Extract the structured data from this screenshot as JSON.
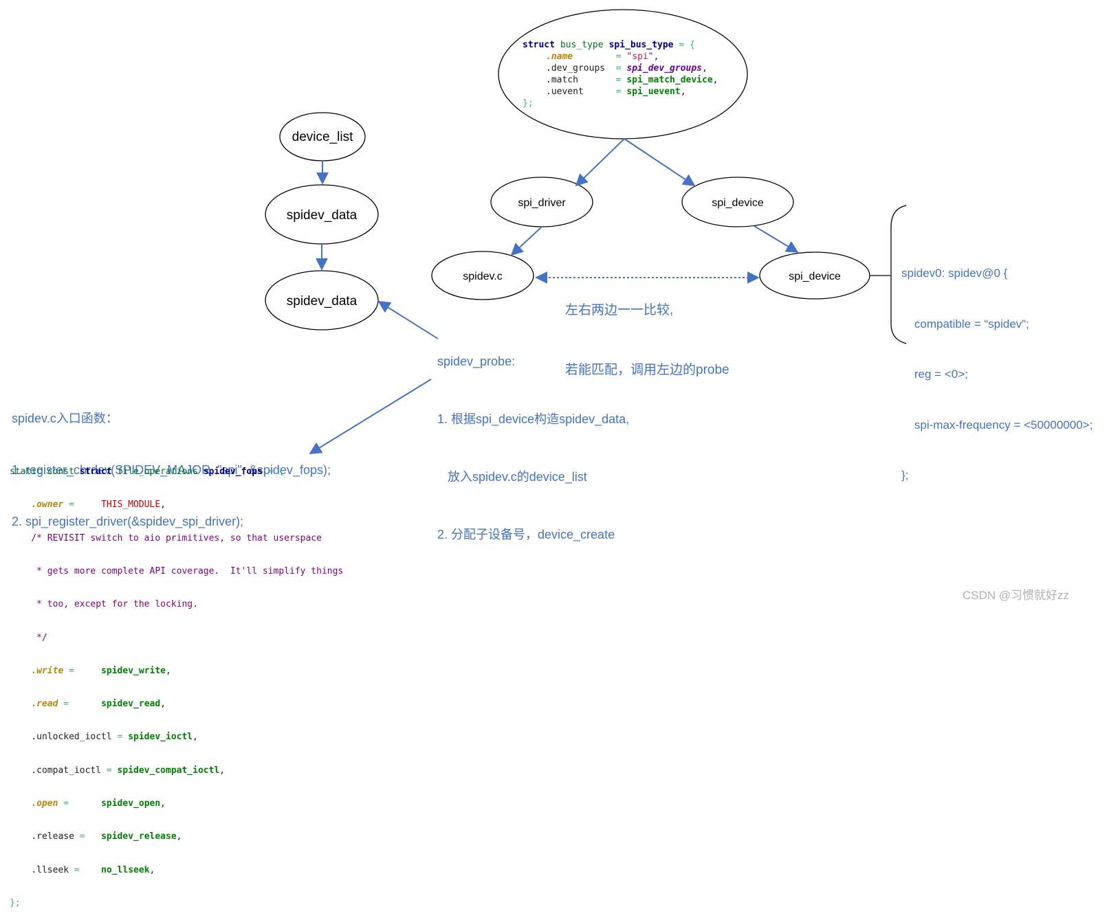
{
  "nodes": {
    "device_list": "device_list",
    "spidev_data_1": "spidev_data",
    "spidev_data_2": "spidev_data",
    "spi_driver": "spi_driver",
    "spi_device_top": "spi_device",
    "spidev_c": "spidev.c",
    "spi_device_right": "spi_device"
  },
  "bus_type_code": {
    "line1_struct": "struct",
    "line1_type": "bus_type",
    "line1_name": "spi_bus_type",
    "line1_rest": " = {",
    "name_field": ".name",
    "name_eq": "        = ",
    "name_val": "\"spi\"",
    "dev_groups_field": ".dev_groups",
    "dev_groups_eq": "  = ",
    "dev_groups_val": "spi_dev_groups",
    "match_field": ".match",
    "match_eq": "       = ",
    "match_val": "spi_match_device",
    "uevent_field": ".uevent",
    "uevent_eq": "      = ",
    "uevent_val": "spi_uevent",
    "close": "};"
  },
  "compare_text": {
    "line1": "左右两边一一比较,",
    "line2": "若能匹配，调用左边的probe"
  },
  "probe_text": {
    "line1": "spidev_probe:",
    "line2": "1. 根据spi_device构造spidev_data,",
    "line3": "   放入spidev.c的device_list",
    "line4": "2. 分配子设备号，device_create"
  },
  "entry_text": {
    "line1": "spidev.c入口函数：",
    "line2": "1. register_chrdev(SPIDEV_MAJOR, \"spi\", &spidev_fops);",
    "line3": "2. spi_register_driver(&spidev_spi_driver);"
  },
  "device_tree": {
    "line1": "spidev0: spidev@0 {",
    "line2": "    compatible = “spidev”;",
    "line3": "    reg = <0>;",
    "line4": "    spi-max-frequency = <50000000>;",
    "line5": "};"
  },
  "fops_code": {
    "l1_a": "static const ",
    "l1_b": "struct",
    "l1_c": "file_operations",
    "l1_d": "spidev_fops",
    "l1_e": " = {",
    "owner_f": ".owner",
    "owner_eq": " =     ",
    "owner_v": "THIS_MODULE",
    "c1": "/* REVISIT switch to aio primitives, so that userspace",
    "c2": " * gets more complete API coverage.  It'll simplify things",
    "c3": " * too, except for the locking.",
    "c4": " */",
    "write_f": ".write",
    "write_eq": " =     ",
    "write_v": "spidev_write",
    "read_f": ".read",
    "read_eq": " =      ",
    "read_v": "spidev_read",
    "ioctl_f": ".unlocked_ioctl",
    "ioctl_eq": " = ",
    "ioctl_v": "spidev_ioctl",
    "compat_f": ".compat_ioctl",
    "compat_eq": " = ",
    "compat_v": "spidev_compat_ioctl",
    "open_f": ".open",
    "open_eq": " =      ",
    "open_v": "spidev_open",
    "release_f": ".release",
    "release_eq": " =   ",
    "release_v": "spidev_release",
    "llseek_f": ".llseek",
    "llseek_eq": " =    ",
    "llseek_v": "no_llseek",
    "close": "};"
  },
  "watermark": "CSDN @习惯就好zz",
  "colors": {
    "accent": "#4472c4",
    "edge": "#4472c4",
    "node_stroke": "#000000"
  }
}
